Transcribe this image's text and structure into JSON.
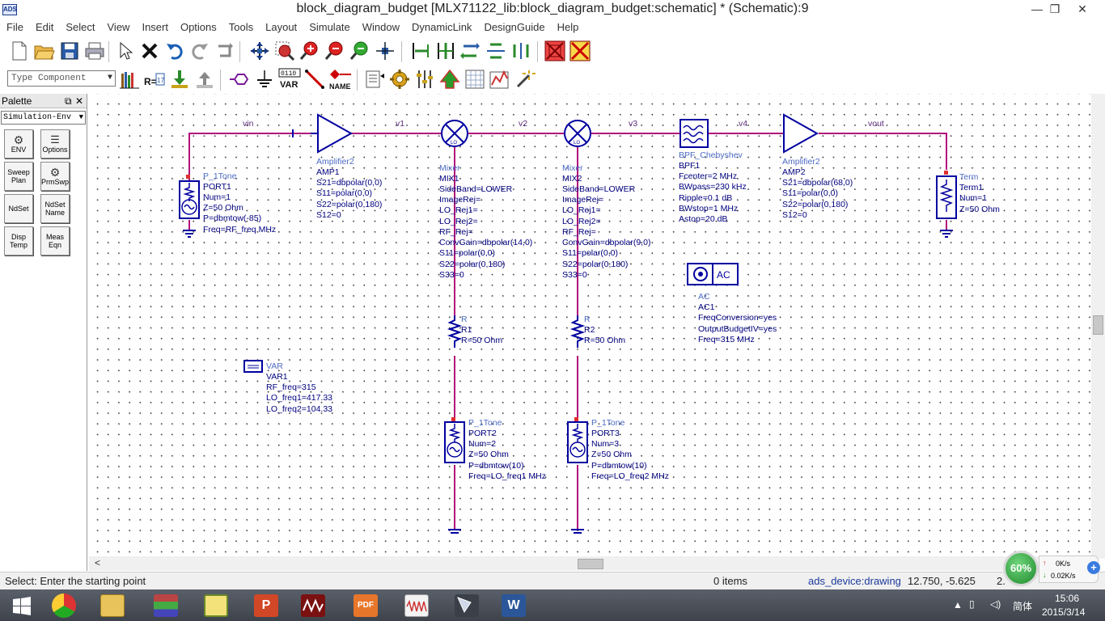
{
  "window": {
    "title": "block_diagram_budget [MLX71122_lib:block_diagram_budget:schematic] * (Schematic):9",
    "app_icon": "ads-icon",
    "minimize": "—",
    "restore": "❐",
    "close": "✕"
  },
  "menu": [
    "File",
    "Edit",
    "Select",
    "View",
    "Insert",
    "Options",
    "Tools",
    "Layout",
    "Simulate",
    "Window",
    "DynamicLink",
    "DesignGuide",
    "Help"
  ],
  "toolbar": {
    "component_placeholder": "Type Component",
    "var_label": "VAR",
    "var_bits": "0110",
    "name_label": "NAME"
  },
  "palette": {
    "title": "Palette",
    "selected": "Simulation-Env",
    "buttons": [
      {
        "l1": "ENV",
        "l2": ""
      },
      {
        "l1": "Options",
        "l2": ""
      },
      {
        "l1": "Sweep",
        "l2": "Plan"
      },
      {
        "l1": "PrmSwp",
        "l2": ""
      },
      {
        "l1": "NdSet",
        "l2": ""
      },
      {
        "l1": "NdSet",
        "l2": "Name"
      },
      {
        "l1": "Disp",
        "l2": "Temp"
      },
      {
        "l1": "Meas",
        "l2": "Eqn"
      }
    ]
  },
  "schematic": {
    "wires": {
      "vin": "vin",
      "v1": "v1",
      "v2": "v2",
      "v3": "v3",
      "v4": "v4",
      "vout": "vout"
    },
    "port1": {
      "type": "P_1Tone",
      "name": "PORT1",
      "p1": "Num=1",
      "p2": "Z=50 Ohm",
      "p3": "P=dbmtow(-85)",
      "p4": "Freq=RF_freq MHz"
    },
    "amp1": {
      "type": "Amplifier2",
      "name": "AMP1",
      "p1": "S21=dbpolar(0,0)",
      "p2": "S11=polar(0,0)",
      "p3": "S22=polar(0,180)",
      "p4": "S12=0"
    },
    "mix1": {
      "type": "Mixer",
      "name": "MIX1",
      "p1": "SideBand=LOWER",
      "p2": "ImageRej=",
      "p3": "LO_Rej1=",
      "p4": "LO_Rej2=",
      "p5": "RF_Rej=",
      "p6": "ConvGain=dbpolar(14,0)",
      "p7": "S11=polar(0,0)",
      "p8": "S22=polar(0,180)",
      "p9": "S33=0"
    },
    "mix2": {
      "type": "Mixer",
      "name": "MIX2",
      "p1": "SideBand=LOWER",
      "p2": "ImageRej=",
      "p3": "LO_Rej1=",
      "p4": "LO_Rej2=",
      "p5": "RF_Rej=",
      "p6": "ConvGain=dbpolar(9,0)",
      "p7": "S11=polar(0,0)",
      "p8": "S22=polar(0,180)",
      "p9": "S33=0"
    },
    "bpf1": {
      "type": "BPF_Chebyshev",
      "name": "BPF1",
      "p1": "Fcenter=2 MHz",
      "p2": "BWpass=230 kHz",
      "p3": "Ripple=0.1 dB",
      "p4": "BWstop=1 MHz",
      "p5": "Astop=20 dB"
    },
    "amp2": {
      "type": "Amplifier2",
      "name": "AMP2",
      "p1": "S21=dbpolar(68,0)",
      "p2": "S11=polar(0,0)",
      "p3": "S22=polar(0,180)",
      "p4": "S12=0"
    },
    "term1": {
      "type": "Term",
      "name": "Term1",
      "p1": "Num=1",
      "p2": "Z=50 Ohm"
    },
    "ac1": {
      "type": "AC",
      "name": "AC1",
      "box": "AC",
      "p1": "FreqConversion=yes",
      "p2": "OutputBudgetIV=yes",
      "p3": "Freq=315 MHz"
    },
    "r1": {
      "type": "R",
      "name": "R1",
      "p1": "R=50 Ohm"
    },
    "r2": {
      "type": "R",
      "name": "R2",
      "p1": "R=50 Ohm"
    },
    "var1": {
      "type": "VAR",
      "name": "VAR1",
      "p1": "RF_freq=315",
      "p2": "LO_freq1=417.33",
      "p3": "LO_freq2=104.33"
    },
    "port2": {
      "type": "P_1Tone",
      "name": "PORT2",
      "p1": "Num=2",
      "p2": "Z=50 Ohm",
      "p3": "P=dbmtow(10)",
      "p4": "Freq=LO_freq1 MHz"
    },
    "port3": {
      "type": "P_1Tone",
      "name": "PORT3",
      "p1": "Num=3",
      "p2": "Z=50 Ohm",
      "p3": "P=dbmtow(10)",
      "p4": "Freq=LO_freq2 MHz"
    },
    "lo_label": "LO"
  },
  "status": {
    "prompt": "Select: Enter the starting point",
    "items": "0 items",
    "layer": "ads_device:drawing",
    "coords": "12.750, -5.625",
    "extra": "2."
  },
  "network": {
    "percent": "60%",
    "up": "0K/s",
    "down": "0.02K/s"
  },
  "taskbar": {
    "time": "15:06",
    "date": "2015/3/14",
    "ime": "简体",
    "apps": [
      "start",
      "chrome",
      "explorer",
      "winrar",
      "notes",
      "powerpoint",
      "ads-waveform",
      "pdf",
      "ads-signal",
      "remote",
      "word"
    ]
  }
}
